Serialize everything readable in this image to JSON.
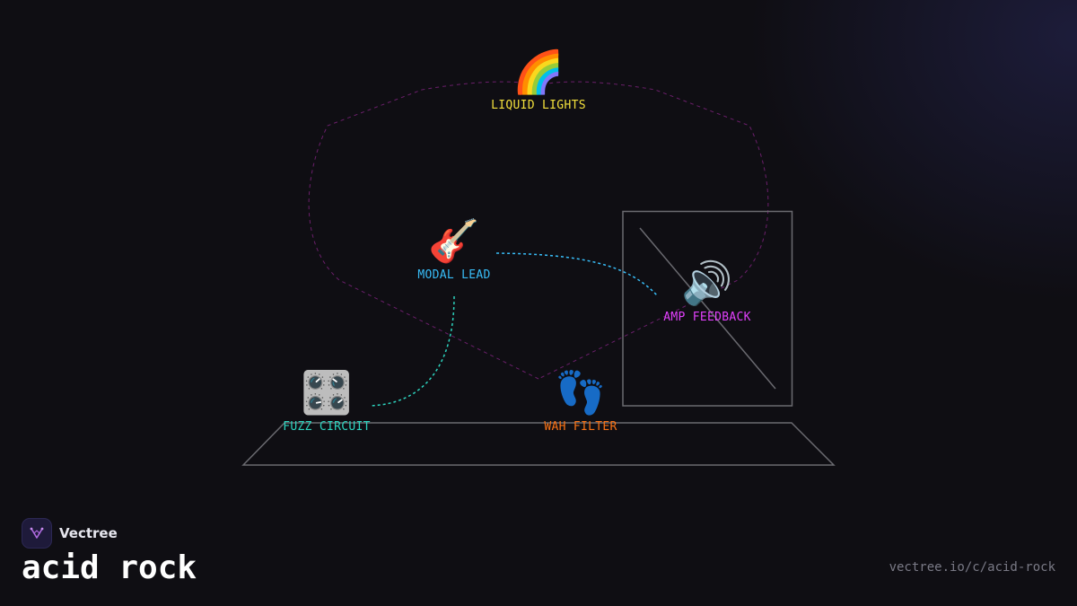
{
  "brand": {
    "name": "Vectree",
    "logo_icon": "vectree-logo-icon"
  },
  "title": "acid rock",
  "url": "vectree.io/c/acid-rock",
  "nodes": [
    {
      "id": "liquid-lights",
      "label": "LIQUID LIGHTS",
      "emoji": "🌈",
      "icon": "rainbow-icon",
      "color": "#f3e03c"
    },
    {
      "id": "modal-lead",
      "label": "MODAL LEAD",
      "emoji": "🎸",
      "icon": "guitar-icon",
      "color": "#38bdf8"
    },
    {
      "id": "amp-feedback",
      "label": "AMP FEEDBACK",
      "emoji": "🔊",
      "icon": "speaker-icon",
      "color": "#e040fb"
    },
    {
      "id": "fuzz-circuit",
      "label": "FUZZ CIRCUIT",
      "emoji": "🎛️",
      "icon": "control-knobs-icon",
      "color": "#2dd4bf"
    },
    {
      "id": "wah-filter",
      "label": "WAH FILTER",
      "emoji": "👣",
      "icon": "footprints-icon",
      "color": "#f97316"
    }
  ],
  "edges": [
    {
      "from": "modal-lead",
      "to": "amp-feedback",
      "color": "#38bdf8"
    },
    {
      "from": "modal-lead",
      "to": "fuzz-circuit",
      "color": "#2dd4bf"
    }
  ],
  "colors": {
    "background": "#0f0e13",
    "heart_outline": "#6b1f6b",
    "frame_lines": "#6a6a70"
  }
}
